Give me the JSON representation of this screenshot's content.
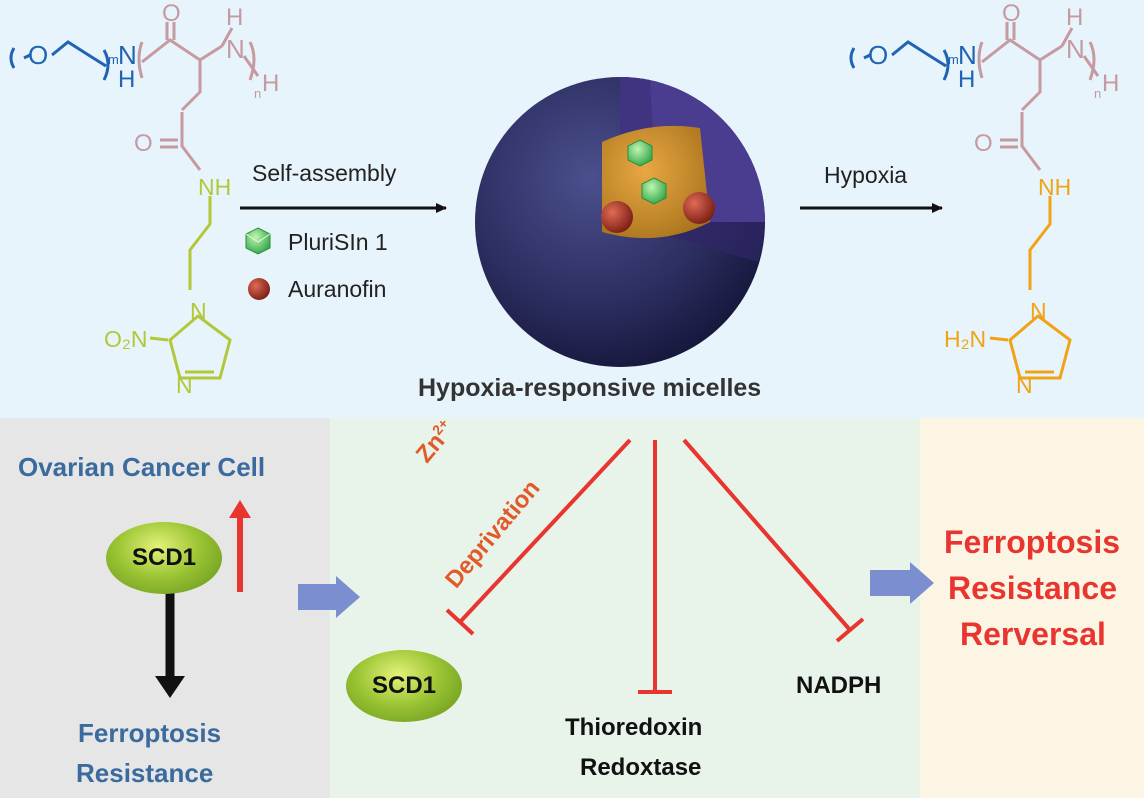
{
  "top": {
    "self_assembly": "Self-assembly",
    "legend_pluri": "PluriSIn 1",
    "legend_auranofin": "Auranofin",
    "hypoxia": "Hypoxia",
    "micelles_caption": "Hypoxia-responsive micelles",
    "struct_left": {
      "O": "O",
      "N": "N",
      "H": "H",
      "m": "m",
      "n": "n",
      "carbonyl_O": "O",
      "carbonyl2_O": "O",
      "amide_NH": "NH",
      "nitro": "O₂N",
      "ring_N1": "N",
      "ring_N2": "N"
    },
    "struct_right": {
      "O": "O",
      "N": "N",
      "H": "H",
      "m": "m",
      "n": "n",
      "carbonyl_O": "O",
      "carbonyl2_O": "O",
      "amide_NH": "NH",
      "amino": "H₂N",
      "ring_N1": "N",
      "ring_N2": "N"
    }
  },
  "left": {
    "title": "Ovarian Cancer Cell",
    "scd1": "SCD1",
    "ferroptosis": "Ferroptosis",
    "resistance": "Resistance"
  },
  "middle": {
    "zn": "Zn",
    "zn_charge": "2+",
    "deprivation": "Deprivation",
    "scd1": "SCD1",
    "thioredoxin": "Thioredoxin",
    "redoxtase": "Redoxtase",
    "nadph": "NADPH"
  },
  "right": {
    "line1": "Ferroptosis",
    "line2": "Resistance",
    "line3": "Rerversal"
  },
  "colors": {
    "peg_blue": "#1f63b5",
    "backbone_mauve": "#c59aa0",
    "nitro_lime": "#b2c83a",
    "amino_orange": "#f0a317",
    "inhibit_red": "#e8352f",
    "title_blue": "#3a6a9e",
    "block_arrow": "#7b8fd0"
  }
}
